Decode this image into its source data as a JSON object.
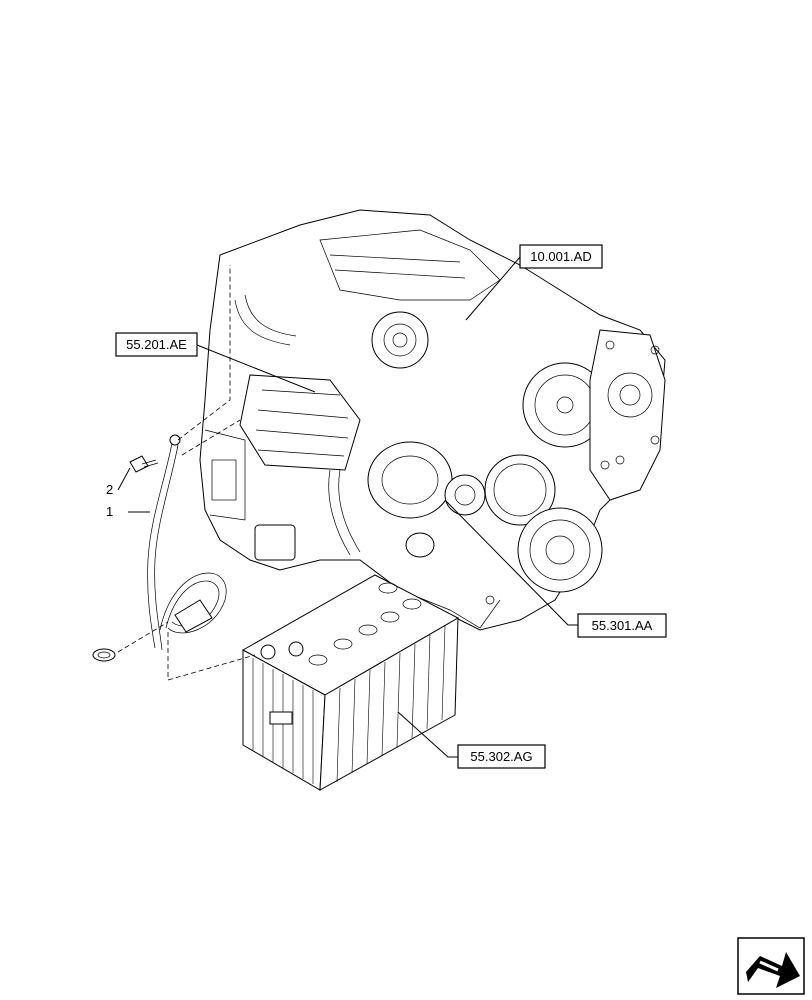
{
  "callouts": {
    "engine_ref": "10.001.AD",
    "starter_ref": "55.201.AE",
    "alternator_ref": "55.301.AA",
    "battery_ref": "55.302.AG"
  },
  "items": {
    "item_1": "1",
    "item_2": "2"
  },
  "icons": {
    "nav": "arrow-icon"
  }
}
